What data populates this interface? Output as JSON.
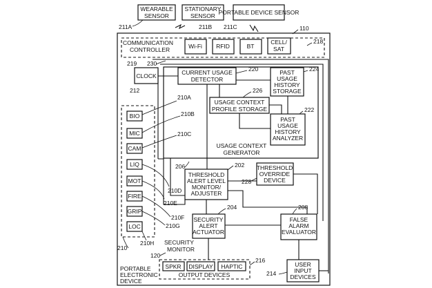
{
  "sensors": {
    "wearable": [
      "WEARABLE",
      "SENSOR"
    ],
    "stationary": [
      "STATIONARY",
      "SENSOR"
    ],
    "portable": [
      "PORTABLE DEVICE SENSOR"
    ]
  },
  "refs": {
    "r211a": "211A",
    "r211b": "211B",
    "r211c": "211C",
    "r110": "110",
    "r218": "218",
    "r219": "219",
    "r230": "230",
    "r212": "212",
    "r220": "220",
    "r224": "224",
    "r226": "226",
    "r222": "222",
    "r210a": "210A",
    "r210b": "210B",
    "r210c": "210C",
    "r206": "206",
    "r202": "202",
    "r228": "228",
    "r210d": "210D",
    "r210e": "210E",
    "r204": "204",
    "r208": "208",
    "r210f": "210F",
    "r210g": "210G",
    "r210h": "210H",
    "r210": "210",
    "r120": "120",
    "r216": "216",
    "r214": "214"
  },
  "comm": {
    "label": [
      "COMMUNICATION",
      "CONTROLLER"
    ],
    "wifi": "Wi-Fi",
    "rfid": "RFID",
    "bt": "BT",
    "cellsat": [
      "CELL/",
      "SAT"
    ]
  },
  "clock": "CLOCK",
  "current_usage": [
    "CURRENT USAGE",
    "DETECTOR"
  ],
  "past_storage": [
    "PAST",
    "USAGE",
    "HISTORY",
    "STORAGE"
  ],
  "profile_storage": [
    "USAGE CONTEXT",
    "PROFILE STORAGE"
  ],
  "past_analyzer": [
    "PAST",
    "USAGE",
    "HISTORY",
    "ANALYZER"
  ],
  "context_generator": [
    "USAGE CONTEXT",
    "GENERATOR"
  ],
  "sensors_internal": [
    "BIO",
    "MIC",
    "CAM",
    "LIQ",
    "MOT",
    "FIRE",
    "GRIP",
    "LOC"
  ],
  "threshold_monitor": [
    "THRESHOLD",
    "ALERT LEVEL",
    "MONITOR/",
    "ADJUSTER"
  ],
  "threshold_override": [
    "THRESHOLD",
    "OVERRIDE",
    "DEVICE"
  ],
  "security_actuator": [
    "SECURITY",
    "ALERT",
    "ACTUATOR"
  ],
  "false_alarm": [
    "FALSE",
    "ALARM",
    "EVALUATOR"
  ],
  "security_monitor": [
    "SECURITY",
    "MONITOR"
  ],
  "portable_device": [
    "PORTABLE",
    "ELECTRONIC",
    "DEVICE"
  ],
  "output": {
    "spkr": "SPKR",
    "display": "DISPLAY",
    "haptic": "HAPTIC",
    "label": "OUTPUT DEVICES"
  },
  "user_input": [
    "USER",
    "INPUT",
    "DEVICES"
  ]
}
